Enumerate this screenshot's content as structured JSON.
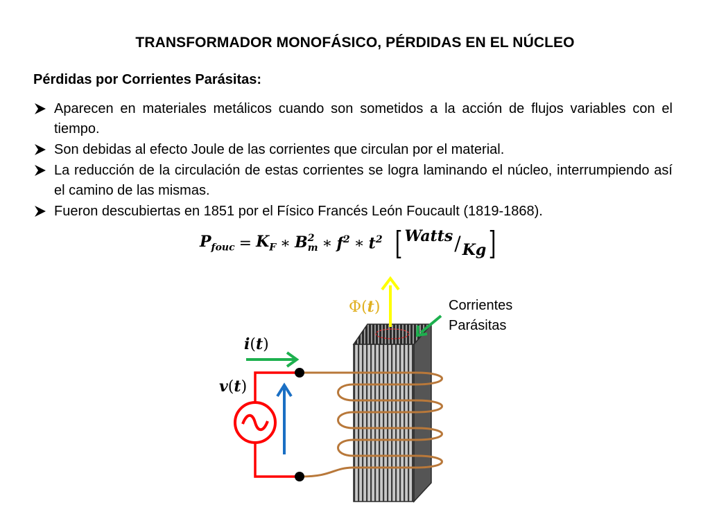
{
  "title": "TRANSFORMADOR MONOFÁSICO, PÉRDIDAS EN EL NÚCLEO",
  "subtitle": "Pérdidas por Corrientes Parásitas:",
  "bullets": [
    "Aparecen  en materiales metálicos cuando son sometidos a la acción de flujos variables con el tiempo.",
    "Son debidas al efecto Joule de las corrientes que circulan por el material.",
    "La reducción de la circulación de estas corrientes se logra laminando el núcleo, interrumpiendo así el camino de las mismas.",
    "Fueron descubiertas en 1851 por el Físico Francés León Foucault (1819-1868)."
  ],
  "formula": {
    "p": "P",
    "p_sub": "fouc",
    "eq": "=",
    "k": "K",
    "k_sub": "F",
    "mul1": "∗",
    "b": "B",
    "b_sub": "m",
    "b_sup": "2",
    "mul2": "∗",
    "f": "f",
    "f_sup": "2",
    "mul3": "∗",
    "t": "t",
    "t_sup": "2",
    "unit_num": "Watts",
    "unit_den": "Kg"
  },
  "diagram": {
    "phi_symbol": "Φ",
    "phi_arg": "t",
    "current_symbol": "i",
    "current_arg": "t",
    "voltage_symbol": "v",
    "voltage_arg": "t",
    "eddy_label_line1": "Corrientes",
    "eddy_label_line2": "Parásitas",
    "colors": {
      "flux": "#ffff00",
      "current_arrow": "#1db04e",
      "voltage_arrow": "#1a6fc4",
      "source": "#ff0000",
      "wire": "#ff0000",
      "coil": "#b8783a",
      "core_dark": "#3a3a3a",
      "core_light": "#c8c8c8"
    }
  }
}
